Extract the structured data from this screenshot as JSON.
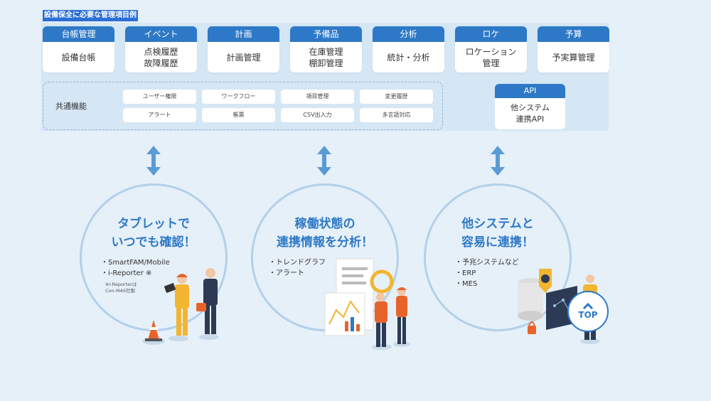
{
  "title": "設備保全に必要な管理項目例",
  "modules": [
    {
      "header": "台帳管理",
      "body": "設備台帳"
    },
    {
      "header": "イベント",
      "body": "点検履歴\n故障履歴"
    },
    {
      "header": "計画",
      "body": "計画管理"
    },
    {
      "header": "予備品",
      "body": "在庫管理\n棚卸管理"
    },
    {
      "header": "分析",
      "body": "統計・分析"
    },
    {
      "header": "ロケ",
      "body": "ロケーション\n管理"
    },
    {
      "header": "予算",
      "body": "予実算管理"
    }
  ],
  "common": {
    "label": "共通機能",
    "items": [
      "ユーザー権限",
      "ワークフロー",
      "項目管理",
      "変更履歴",
      "アラート",
      "帳票",
      "CSV出入力",
      "多言語対応"
    ]
  },
  "api": {
    "header": "API",
    "body": "他システム\n連携API"
  },
  "circles": [
    {
      "title": "タブレットで\nいつでも確認！",
      "bullets": [
        "SmartFAM/Mobile",
        "i-Reporter ※"
      ],
      "note": "※i-Reporterは\nCon-MAS社製"
    },
    {
      "title": "稼働状態の\n連携情報を分析！",
      "bullets": [
        "トレンドグラフ",
        "アラート"
      ]
    },
    {
      "title": "他システムと\n容易に連携！",
      "bullets": [
        "予兆システムなど",
        "ERP",
        "MES"
      ]
    }
  ],
  "top_button": {
    "label": "TOP"
  },
  "colors": {
    "accent": "#2e79c7",
    "panel": "#d5e6f4",
    "background": "#e6f0f9",
    "circle_border": "#b3d0ea",
    "arrow": "#5b9bd5"
  }
}
